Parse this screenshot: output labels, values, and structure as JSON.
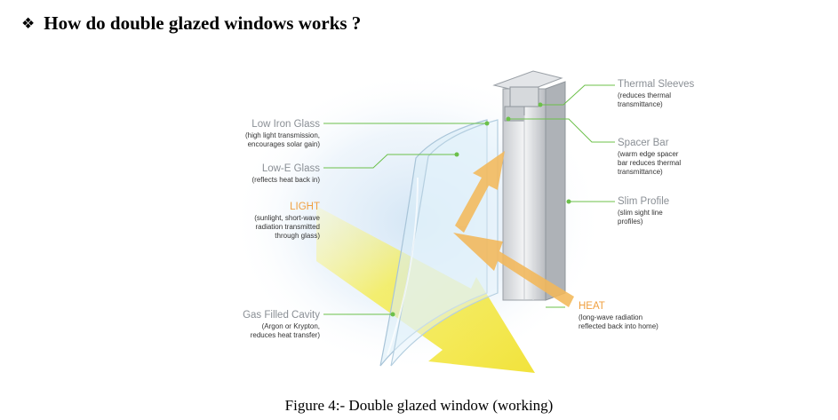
{
  "heading": {
    "bullet": "❖",
    "text": "How do double glazed windows works ?"
  },
  "figure": {
    "left_labels": [
      {
        "title": "Low Iron Glass",
        "desc": [
          "(high light transmission,",
          "encourages solar gain)"
        ]
      },
      {
        "title": "Low-E Glass",
        "desc": [
          "(reflects heat back in)"
        ]
      },
      {
        "title": "LIGHT",
        "desc": [
          "(sunlight, short-wave",
          "radiation transmitted",
          "through glass)"
        ]
      },
      {
        "title": "Gas Filled Cavity",
        "desc": [
          "(Argon or Krypton,",
          "reduces heat transfer)"
        ]
      }
    ],
    "right_labels": [
      {
        "title": "Thermal Sleeves",
        "desc": [
          "(reduces thermal",
          "transmittance)"
        ]
      },
      {
        "title": "Spacer Bar",
        "desc": [
          "(warm edge spacer",
          "bar reduces thermal",
          "transmittance)"
        ]
      },
      {
        "title": "Slim Profile",
        "desc": [
          "(slim sight line",
          "profiles)"
        ]
      },
      {
        "title": "HEAT",
        "desc": [
          "(long-wave radiation",
          "reflected back into home)"
        ]
      }
    ],
    "colors": {
      "accent_label": "#f0a040",
      "leader_line": "#6cc04a",
      "light_arrow": "#f3ea3a",
      "heat_arrow": "#f3b85a"
    }
  },
  "caption": "Figure 4:- Double glazed window (working)"
}
